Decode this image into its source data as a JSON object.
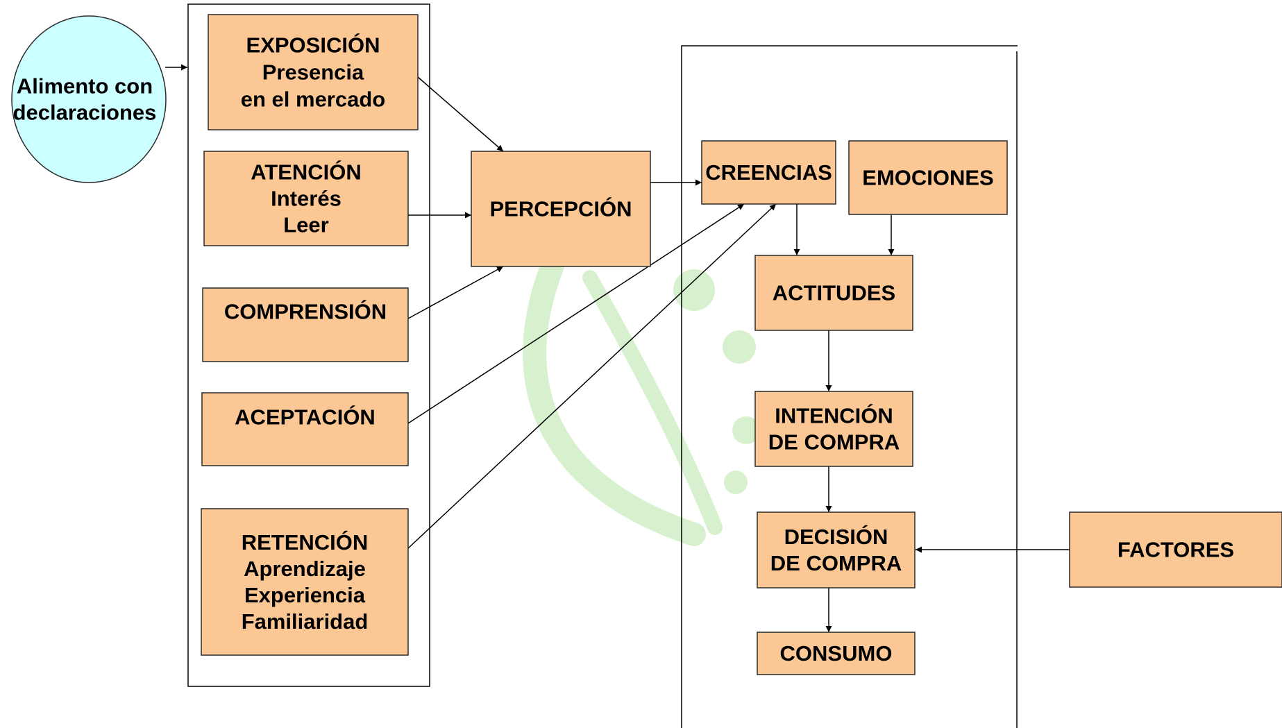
{
  "nodes": {
    "alimento": [
      "Alimento con",
      "declaraciones"
    ],
    "exposicion": [
      "EXPOSICIÓN",
      "Presencia",
      "en el mercado"
    ],
    "atencion": [
      "ATENCIÓN",
      "Interés",
      "Leer"
    ],
    "comprension": [
      "COMPRENSIÓN"
    ],
    "aceptacion": [
      "ACEPTACIÓN"
    ],
    "retencion": [
      "RETENCIÓN",
      "Aprendizaje",
      "Experiencia",
      "Familiaridad"
    ],
    "percepcion": [
      "PERCEPCIÓN"
    ],
    "creencias": [
      "CREENCIAS"
    ],
    "emociones": [
      "EMOCIONES"
    ],
    "actitudes": [
      "ACTITUDES"
    ],
    "intencion": [
      "INTENCIÓN",
      "DE COMPRA"
    ],
    "decision": [
      "DECISIÓN",
      "DE COMPRA"
    ],
    "consumo": [
      "CONSUMO"
    ],
    "factores": [
      "FACTORES"
    ]
  },
  "colors": {
    "box_fill": "#FBC795",
    "circle_fill": "#CCFFFF",
    "watermark": "#B8E6A8"
  }
}
